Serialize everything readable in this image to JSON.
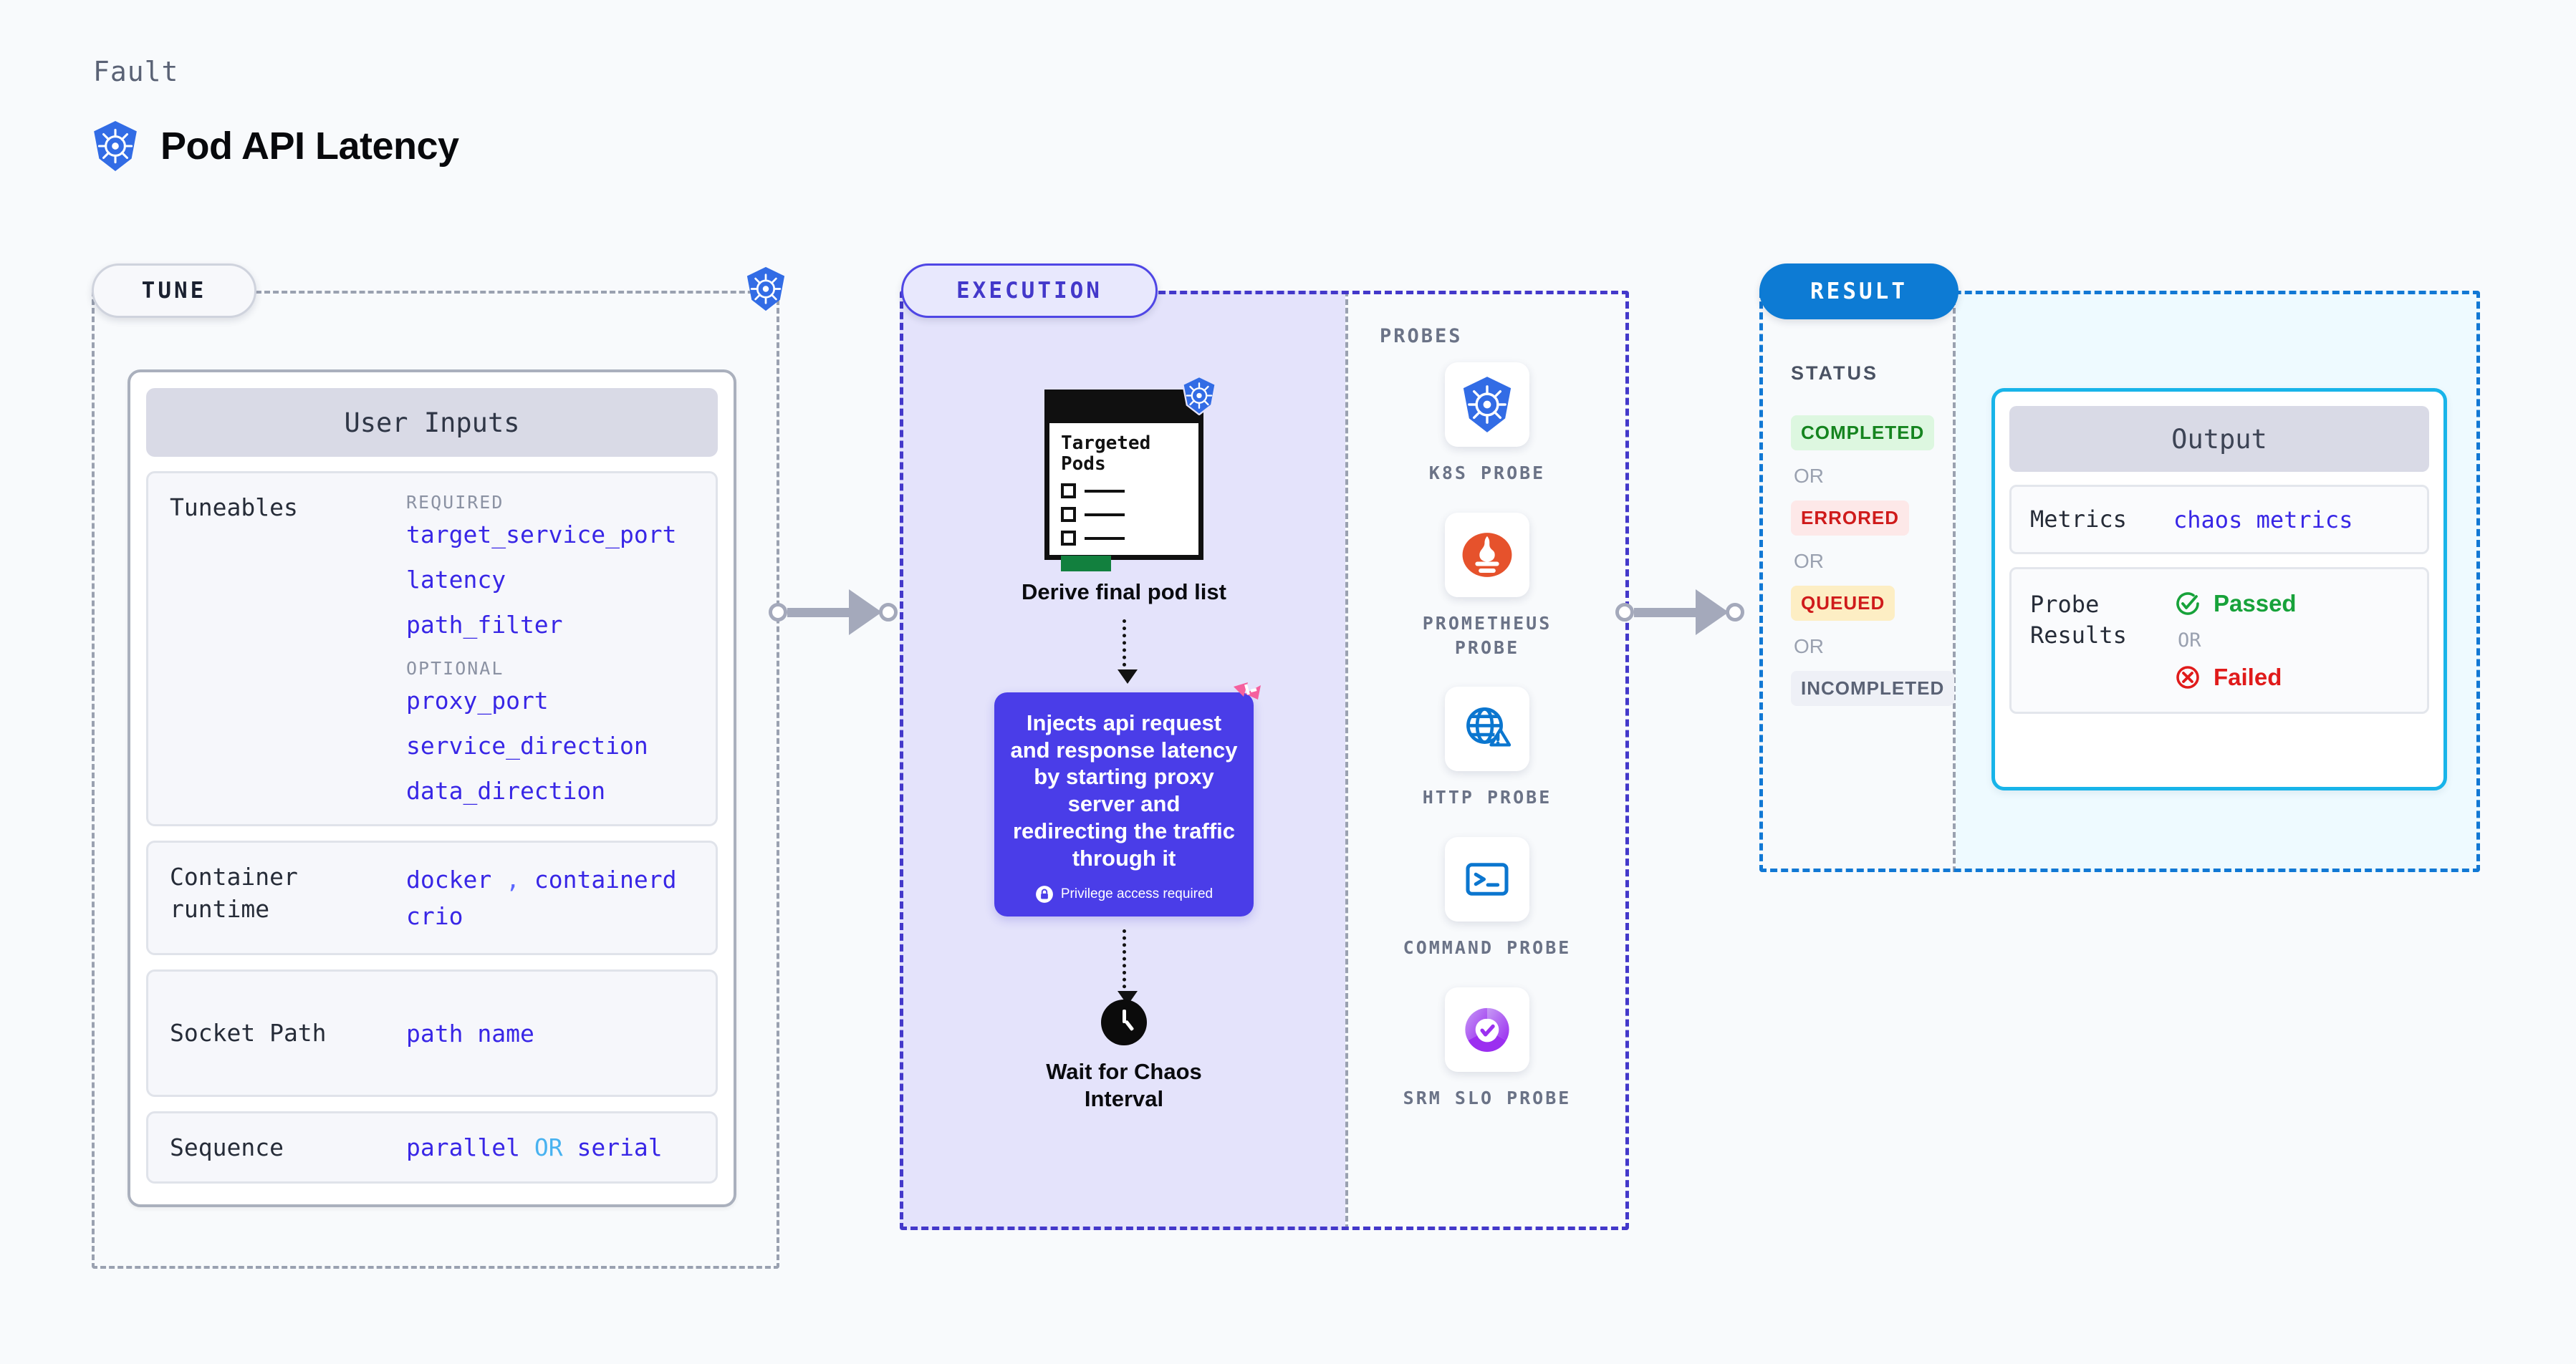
{
  "header": {
    "eyebrow": "Fault",
    "title": "Pod API Latency",
    "icon": "kubernetes-icon"
  },
  "sections": {
    "tune": {
      "chip": "TUNE"
    },
    "execution": {
      "chip": "EXECUTION"
    },
    "result": {
      "chip": "RESULT"
    }
  },
  "tune": {
    "card_title": "User Inputs",
    "tuneables": {
      "label": "Tuneables",
      "required_title": "REQUIRED",
      "required": [
        "target_service_port",
        "latency",
        "path_filter"
      ],
      "optional_title": "OPTIONAL",
      "optional": [
        "proxy_port",
        "service_direction",
        "data_direction"
      ]
    },
    "container_runtime": {
      "label": "Container runtime",
      "values": [
        "docker",
        "containerd",
        "crio"
      ],
      "separator": ","
    },
    "socket_path": {
      "label": "Socket Path",
      "value": "path name"
    },
    "sequence": {
      "label": "Sequence",
      "value_a": "parallel",
      "or": "OR",
      "value_b": "serial"
    }
  },
  "execution": {
    "pods_card": {
      "title_line1": "Targeted",
      "title_line2": "Pods",
      "icon": "kubernetes-icon"
    },
    "derive_caption": "Derive final pod list",
    "inject_card": {
      "text": "Injects api request and response latency by starting proxy server and redirecting the traffic through it",
      "privilege_note": "Privilege access required",
      "brand_icon": "harness-logo-icon",
      "bg_color": "#4a3de8"
    },
    "wait_caption_line1": "Wait for Chaos",
    "wait_caption_line2": "Interval"
  },
  "probes": {
    "title": "PROBES",
    "items": [
      {
        "name": "K8S PROBE",
        "icon": "kubernetes-icon"
      },
      {
        "name": "PROMETHEUS PROBE",
        "icon": "prometheus-icon"
      },
      {
        "name": "HTTP PROBE",
        "icon": "http-globe-warning-icon"
      },
      {
        "name": "COMMAND PROBE",
        "icon": "terminal-icon"
      },
      {
        "name": "SRM SLO PROBE",
        "icon": "srm-slo-donut-icon"
      }
    ]
  },
  "result": {
    "status_title": "STATUS",
    "or": "OR",
    "statuses": [
      {
        "label": "COMPLETED",
        "variant": "completed"
      },
      {
        "label": "ERRORED",
        "variant": "errored"
      },
      {
        "label": "QUEUED",
        "variant": "queued"
      },
      {
        "label": "INCOMPLETED",
        "variant": "incomplete"
      }
    ],
    "output": {
      "title": "Output",
      "metrics_label": "Metrics",
      "metrics_value": "chaos metrics",
      "probe_results_label": "Probe Results",
      "passed": "Passed",
      "failed": "Failed",
      "or": "OR"
    }
  },
  "colors": {
    "accent_blue": "#0d7bd4",
    "accent_indigo": "#4338ca",
    "accent_cyan": "#18b4e9",
    "k8s_blue": "#326ce5",
    "harness_pink": "#f5609e",
    "mono_value": "#3826e6",
    "page_bg": "#f8fafc"
  }
}
